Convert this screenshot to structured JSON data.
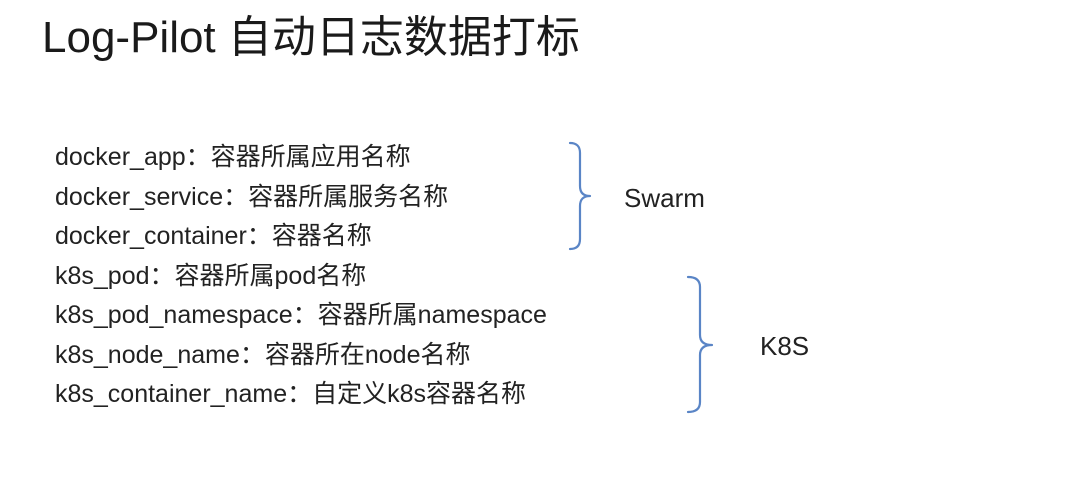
{
  "title": "Log-Pilot 自动日志数据打标",
  "fields": [
    {
      "label": "docker_app：容器所属应用名称"
    },
    {
      "label": "docker_service：容器所属服务名称"
    },
    {
      "label": "docker_container：容器名称"
    },
    {
      "label": "k8s_pod：容器所属pod名称"
    },
    {
      "label": "k8s_pod_namespace：容器所属namespace"
    },
    {
      "label": "k8s_node_name：容器所在node名称"
    },
    {
      "label": "k8s_container_name：自定义k8s容器名称"
    }
  ],
  "groups": [
    {
      "label": "Swarm",
      "brace_color": "#5a85c6"
    },
    {
      "label": "K8S",
      "brace_color": "#5a85c6"
    }
  ]
}
